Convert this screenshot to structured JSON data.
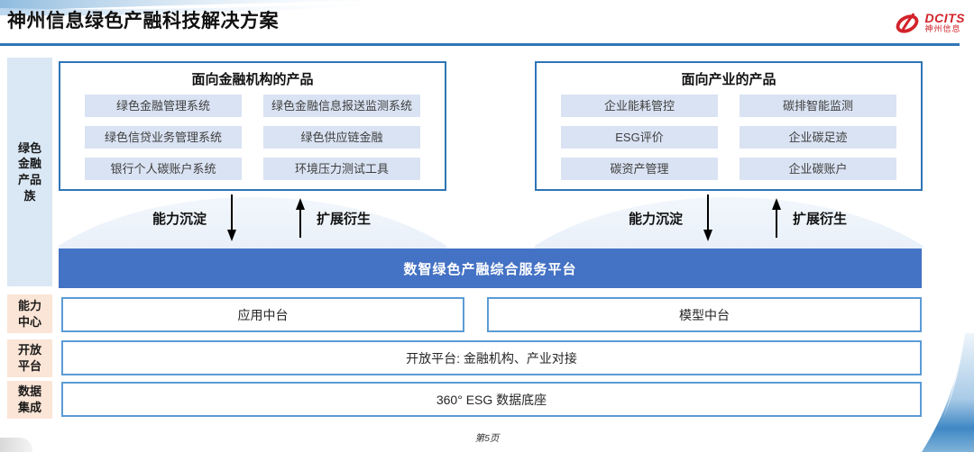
{
  "slide": {
    "title": "神州信息绿色产融科技解决方案",
    "page_number": "第5页"
  },
  "logo": {
    "brand": "DCITS",
    "brand_cn": "神州信息"
  },
  "rail": {
    "product_family": "绿色金融产品族",
    "capability": "能力中心",
    "open": "开放平台",
    "data": "数据集成"
  },
  "finance_box": {
    "title": "面向金融机构的产品",
    "items": [
      "绿色金融管理系统",
      "绿色金融信息报送监测系统",
      "绿色信贷业务管理系统",
      "绿色供应链金融",
      "银行个人碳账户系统",
      "环境压力测试工具"
    ]
  },
  "industry_box": {
    "title": "面向产业的产品",
    "items": [
      "企业能耗管控",
      "碳排智能监测",
      "ESG评价",
      "企业碳足迹",
      "碳资产管理",
      "企业碳账户"
    ]
  },
  "flows": {
    "sink_label": "能力沉淀",
    "derive_label": "扩展衍生"
  },
  "platform": {
    "label": "数智绿色产融综合服务平台"
  },
  "layers": {
    "app": "应用中台",
    "model": "模型中台",
    "open_platform": "开放平台: 金融机构、产业对接",
    "data_base": "360° ESG 数据底座"
  },
  "colors": {
    "accent_blue": "#4472c4",
    "border_blue": "#2e75b6",
    "light_border_blue": "#5b9bd5",
    "item_fill": "#dae3f3",
    "rail_blue": "#dae8f5",
    "rail_peach": "#fbe5d6",
    "logo_red": "#d2232a"
  }
}
